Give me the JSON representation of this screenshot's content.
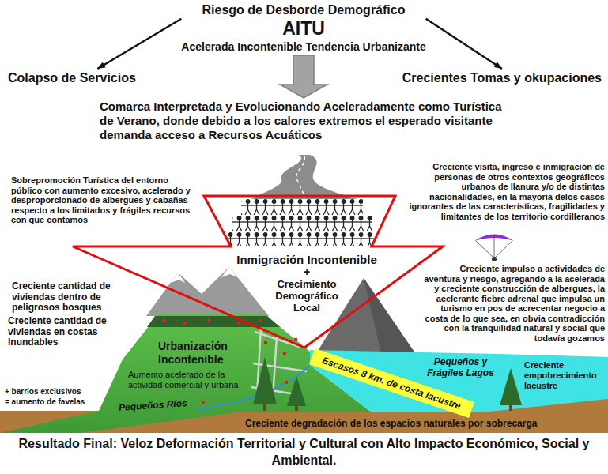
{
  "diagram": {
    "caption": "Resultado Final: Veloz Deformación Territorial y Cultural con Alto Impacto Económico, Social y Ambiental.",
    "nodes": [
      {
        "text": [
          "Riesgo de Desborde Demográfico",
          "AITU",
          "Acelerada Incontenible Tendencia Urbanizante"
        ]
      },
      {
        "text": [
          "Colapso de Servicios"
        ]
      },
      {
        "text": [
          "Crecientes Tomas y okupaciones"
        ]
      },
      {
        "text": [
          "Comarca Interpretada y Evolucionando Aceleradamente como Turística de Verano, donde debido a los calores extremos el esperado visitante demanda acceso a Recursos Acuáticos"
        ]
      },
      {
        "text": [
          "Inmigración Incontenible",
          "+",
          "Crecimiento Demográfico Local"
        ]
      }
    ],
    "edges": [
      {
        "from": 0,
        "to": 1,
        "arrow": "to"
      },
      {
        "from": 0,
        "to": 2,
        "arrow": "to"
      },
      {
        "from": 0,
        "to": 3,
        "arrow": "to"
      }
    ],
    "labels": [
      "Sobrepromoción Turística del entorno público con aumento excesivo, acelerado y desproporcionado de albergues y cabañas respecto a los limitados y frágiles recursos con que contamos",
      "Creciente visita, ingreso e inmigración de personas de otros contextos geográficos urbanos de llanura y/o de distintas nacionalidades, en la mayoría delos casos ignorantes de las características, fragilidades y limitantes de los territorio cordilleranos",
      "Creciente cantidad de viviendas dentro de peligrosos bosques",
      "Creciente cantidad de viviendas en costas Inundables",
      "Urbanización Incontenible",
      "Aumento acelerado de la actividad comercial y urbana",
      "+ barrios exclusivos",
      "= aumento de favelas",
      "Pequeños Ríos",
      "Creciente impulso a actividades de aventura y riesgo, agregando a la acelerada y creciente construcción de albergues, la acelerante fiebre adrenal que impulsa un turismo en pos de acrecentar negocio a costa de lo que sea, en obvia contradicción con la tranquilidad natural y social que todavía gozamos",
      "Pequeños y Frágiles Lagos",
      "Escasos 8 km. de costa lacustre",
      "Creciente empobrecimiento lacustre",
      "Creciente degradación de los espacios naturales por sobrecarga"
    ]
  }
}
